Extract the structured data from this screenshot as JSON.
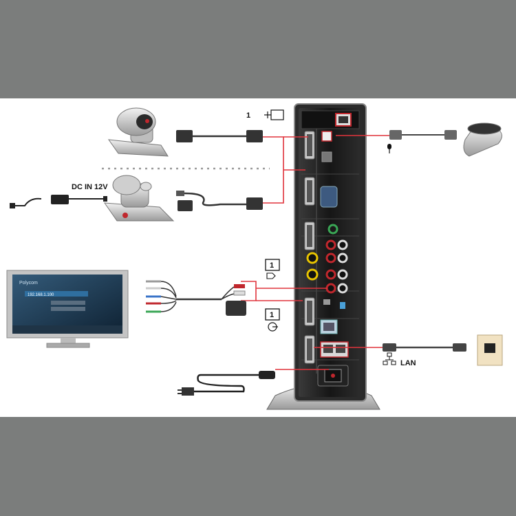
{
  "labels": {
    "camera_count": "1",
    "power_label": "DC IN 12V",
    "display_count": "1",
    "audio_count": "1",
    "lan_label": "LAN"
  },
  "monitor": {
    "title": "Polycom",
    "address_value": "192.168.1.100"
  },
  "colors": {
    "cable_highlight": "#e0343c",
    "unit_body": "#1b1b1b",
    "accent_red": "#c0272d"
  },
  "icons": [
    "camera-icon",
    "microphone-icon",
    "speaker-icon",
    "headphone-icon",
    "network-icon",
    "power-plug-icon"
  ]
}
